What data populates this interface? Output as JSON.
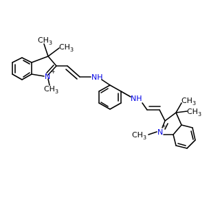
{
  "labels": {
    "methyl_1": "CH",
    "methyl_1_sub": "3",
    "methyl_2": "CH",
    "methyl_2_sub": "3",
    "methyl_n1": "CH",
    "methyl_n1_sub": "3",
    "nitrogen_1": "N",
    "nitrogen_1_charge": "+",
    "amine_1": "NH",
    "amine_2": "NH",
    "methyl_3": "CH",
    "methyl_3_sub": "3",
    "methyl_4": "CH",
    "methyl_4_sub": "3",
    "methyl_n2": "CH",
    "methyl_n2_sub": "3",
    "nitrogen_2": "N",
    "nitrogen_2_charge": "+"
  },
  "colors": {
    "bond": "#000000",
    "nitrogen": "#0000e6",
    "background": "#ffffff"
  }
}
